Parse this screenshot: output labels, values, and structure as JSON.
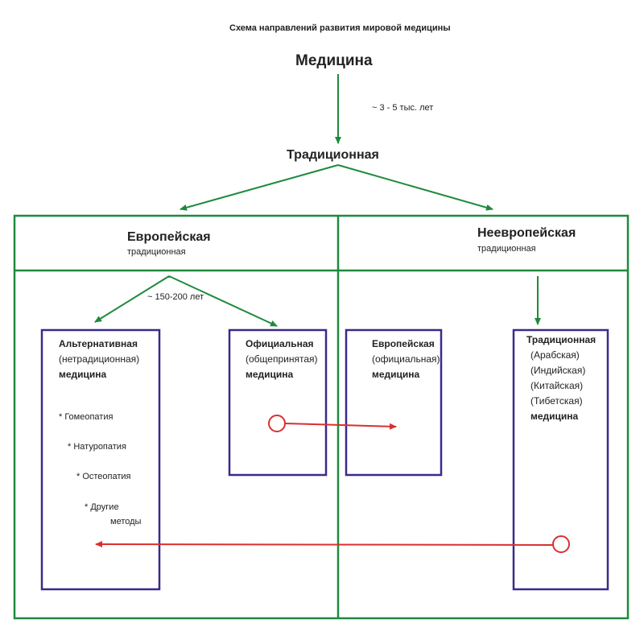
{
  "title": "Схема направлений развития мировой медицины",
  "root": "Медицина",
  "root_time": "~ 3 - 5 тыс. лет",
  "traditional": "Традиционная",
  "european": {
    "title": "Европейская",
    "subtitle": "традиционная"
  },
  "non_european": {
    "title": "Неевропейская",
    "subtitle": "традиционная"
  },
  "branch_time": "~ 150-200 лет",
  "alternative": {
    "line1": "Альтернативная",
    "line2": "(нетрадиционная)",
    "line3": "медицина",
    "methods": [
      "* Гомеопатия",
      "* Натуропатия",
      "* Остеопатия",
      "* Другие"
    ],
    "methods_tail": "методы"
  },
  "official": {
    "line1": "Официальная",
    "line2": "(общепринятая)",
    "line3": "медицина"
  },
  "european_official": {
    "line1": "Европейская",
    "line2": "(официальная)",
    "line3": "медицина"
  },
  "traditional_eastern": {
    "line1": "Традиционная",
    "items": [
      "(Арабская)",
      "(Индийская)",
      "(Китайская)",
      "(Тибетская)"
    ],
    "last": "медицина"
  },
  "colors": {
    "green": "#1e8a3c",
    "purple": "#3a2a8c",
    "red": "#d93030"
  }
}
